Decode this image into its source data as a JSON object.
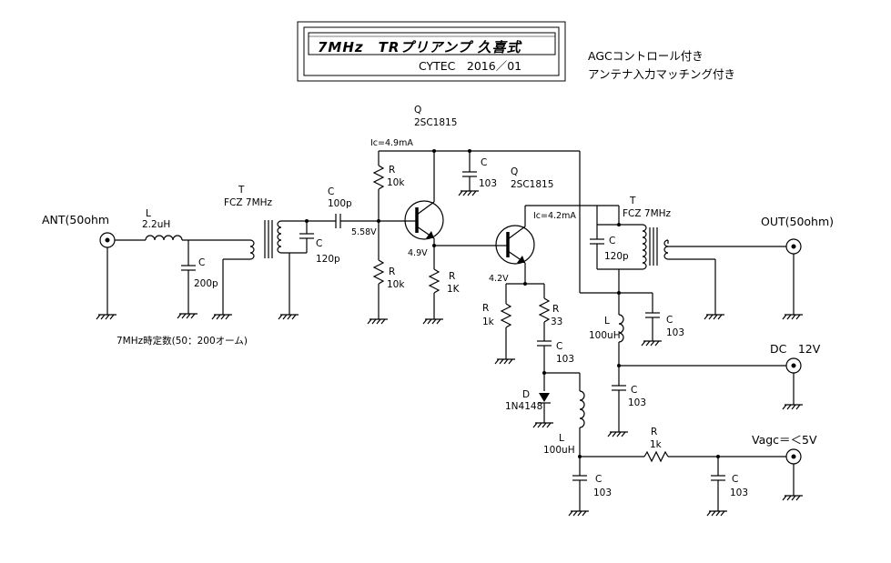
{
  "title": {
    "main": "7MHz　TRプリアンプ 久喜式",
    "sub": "CYTEC　2016／01"
  },
  "notes": [
    "AGCコントロール付き",
    "アンテナ入力マッチング付き"
  ],
  "input": {
    "label": "ANT(50ohm"
  },
  "output": {
    "label": "OUT(50ohm)"
  },
  "power": {
    "label": "DC　12V"
  },
  "agc": {
    "label": "Vagc＝＜5V"
  },
  "time_constant_note": "7MHz時定数(50：200オーム)",
  "components": {
    "L_in": {
      "ref": "L",
      "value": "2.2uH"
    },
    "C_in": {
      "ref": "C",
      "value": "200p"
    },
    "T1": {
      "ref": "T",
      "value": "FCZ 7MHz"
    },
    "C_t1": {
      "ref": "C",
      "value": "120p"
    },
    "C_cpl": {
      "ref": "C",
      "value": "100p"
    },
    "R_b1": {
      "ref": "R",
      "value": "10k"
    },
    "R_b2": {
      "ref": "R",
      "value": "10k"
    },
    "Q1": {
      "ref": "Q",
      "value": "2SC1815"
    },
    "R_e1": {
      "ref": "R",
      "value": "1K"
    },
    "C_dec1": {
      "ref": "C",
      "value": "103"
    },
    "Q2": {
      "ref": "Q",
      "value": "2SC1815"
    },
    "R_e2a": {
      "ref": "R",
      "value": "1k"
    },
    "R_e2b": {
      "ref": "R",
      "value": "33"
    },
    "C_e2": {
      "ref": "C",
      "value": "103"
    },
    "D": {
      "ref": "D",
      "value": "1N4148"
    },
    "L_agc": {
      "ref": "L",
      "value": "100uH"
    },
    "T2": {
      "ref": "T",
      "value": "FCZ 7MHz"
    },
    "C_t2": {
      "ref": "C",
      "value": "120p"
    },
    "L_pwr": {
      "ref": "L",
      "value": "100uH"
    },
    "C_pwr1": {
      "ref": "C",
      "value": "103"
    },
    "C_pwr2": {
      "ref": "C",
      "value": "103"
    },
    "R_agc": {
      "ref": "R",
      "value": "1k"
    },
    "C_agc1": {
      "ref": "C",
      "value": "103"
    },
    "C_agc2": {
      "ref": "C",
      "value": "103"
    }
  },
  "annotations": {
    "ic_q1": "Ic=4.9mA",
    "ic_q2": "Ic=4.2mA",
    "v_base": "5.58V",
    "v_emitter1": "4.9V",
    "v_emitter2": "4.2V"
  }
}
